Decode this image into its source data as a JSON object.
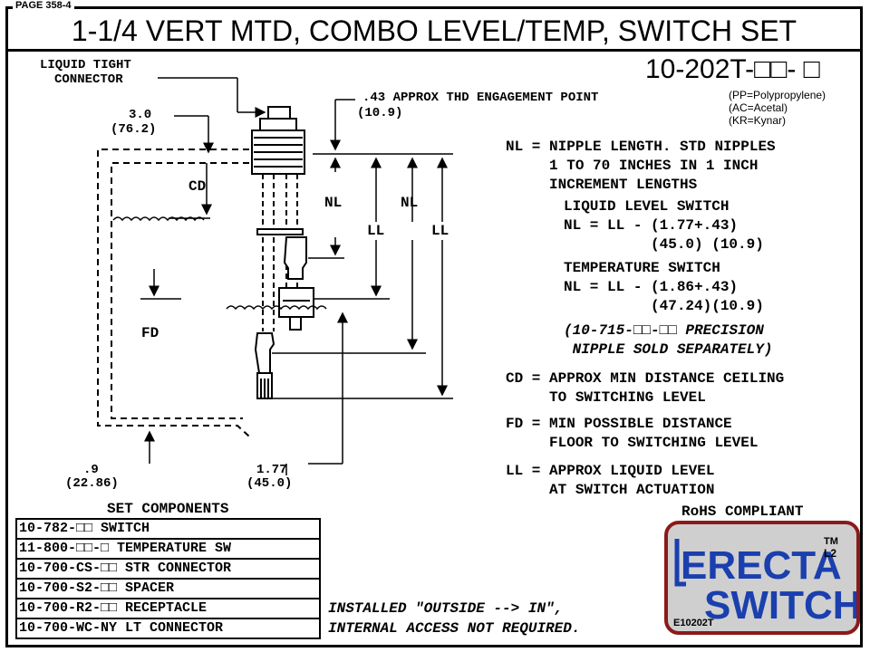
{
  "page_label": "PAGE 358-4",
  "title": "1-1/4 VERT MTD, COMBO LEVEL/TEMP, SWITCH SET",
  "part_number": "10-202T-□□- □",
  "materials": [
    "(PP=Polypropylene)",
    "(AC=Acetal)",
    "(KR=Kynar)"
  ],
  "callouts": {
    "liquid_tight_line1": "LIQUID TIGHT",
    "liquid_tight_line2": "CONNECTOR",
    "thd_line1": ".43 APPROX THD ENGAGEMENT POINT",
    "thd_line2": "(10.9)",
    "dim_3_line1": "3.0",
    "dim_3_line2": "(76.2)",
    "cd": "CD",
    "fd": "FD",
    "nl": "NL",
    "ll": "LL",
    "dim_9_line1": ".9",
    "dim_9_line2": "(22.86)",
    "dim_177_line1": "1.77",
    "dim_177_line2": "(45.0)"
  },
  "definitions": {
    "nl_1": "NL = NIPPLE LENGTH. STD NIPPLES",
    "nl_2": "     1 TO 70 INCHES IN 1 INCH",
    "nl_3": "     INCREMENT LENGTHS",
    "lls_title": "LIQUID LEVEL SWITCH",
    "lls_formula": "NL = LL - (1.77+.43)",
    "lls_metric": "          (45.0) (10.9)",
    "ts_title": "TEMPERATURE SWITCH",
    "ts_formula": "NL = LL - (1.86+.43)",
    "ts_metric": "          (47.24)(10.9)",
    "precision_1": "(10-715-□□-□□ PRECISION",
    "precision_2": " NIPPLE SOLD SEPARATELY)",
    "cd_1": "CD = APPROX MIN DISTANCE CEILING",
    "cd_2": "     TO SWITCHING LEVEL",
    "fd_1": "FD = MIN POSSIBLE DISTANCE",
    "fd_2": "     FLOOR TO SWITCHING LEVEL",
    "ll_1": "LL = APPROX LIQUID LEVEL",
    "ll_2": "     AT SWITCH ACTUATION"
  },
  "set_components": {
    "heading": "SET COMPONENTS",
    "rows": [
      "10-782-□□ SWITCH",
      "11-800-□□-□ TEMPERATURE SW",
      "10-700-CS-□□ STR CONNECTOR",
      "10-700-S2-□□ SPACER",
      "10-700-R2-□□ RECEPTACLE",
      "10-700-WC-NY LT CONNECTOR"
    ]
  },
  "install_note_1": "INSTALLED \"OUTSIDE --> IN\",",
  "install_note_2": "INTERNAL ACCESS NOT REQUIRED.",
  "rohs": "RoHS COMPLIANT",
  "logo": {
    "line1": "ERECTA",
    "line2": "SWITCH",
    "tm": "TM",
    "l2": "L2",
    "code": "E10202T",
    "border_color": "#8b1a1a",
    "letter_color": "#1a3fae"
  }
}
